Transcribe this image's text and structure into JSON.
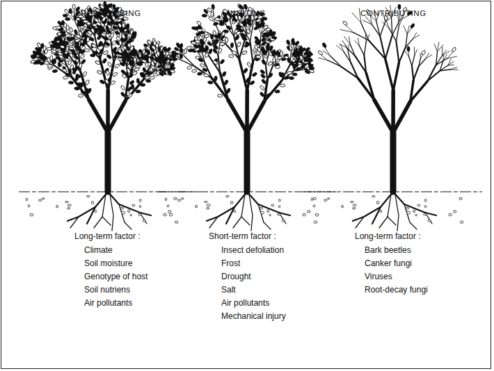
{
  "diagram": {
    "labels": [
      "PREDISPOSING",
      "INCITING",
      "CONTRIBUTING",
      "Long-term factor :",
      "Climate",
      "Soil moisture",
      "Genotype of host",
      "Soil nutriens",
      "Air pollutants",
      "Short-term factor :",
      "Insect defoliation",
      "Frost",
      "Drought",
      "Salt",
      "Air pollutants",
      "Mechanical injury",
      "Long-term factor :",
      "Bark beetles",
      "Canker fungi",
      "Viruses",
      "Root-decay fungi"
    ]
  }
}
